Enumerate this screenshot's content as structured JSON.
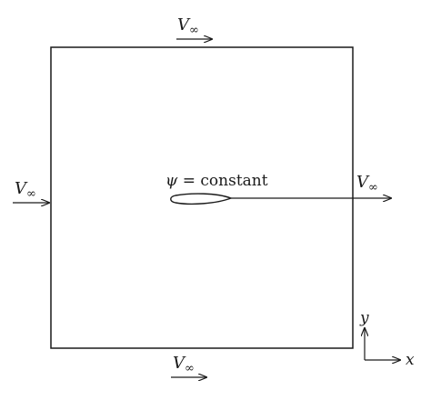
{
  "labels": {
    "v_symbol": "V",
    "v_subscript": "∞",
    "psi_symbol": "ψ",
    "psi_text": " = constant",
    "axis_x": "x",
    "axis_y": "y"
  },
  "colors": {
    "stroke": "#1a1a1a",
    "background": "#ffffff"
  }
}
